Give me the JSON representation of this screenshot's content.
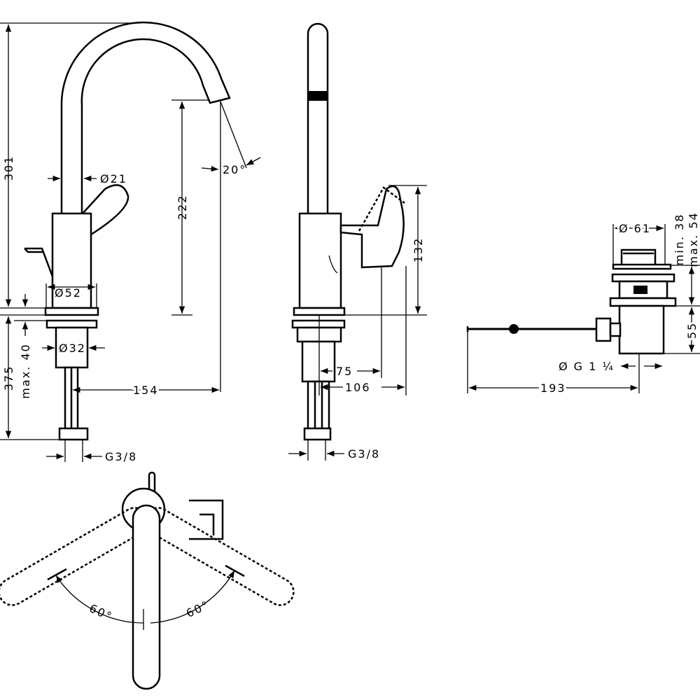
{
  "title": "Faucet and pop-up waste technical drawing",
  "front_view": {
    "height_total": "301",
    "spout_height": "222",
    "spout_diameter": "Ø21",
    "spout_angle": "20°",
    "base_diameter": "Ø52",
    "shank_diameter": "Ø32",
    "below_counter": "375",
    "max_counter": "max. 40",
    "reach": "154",
    "connection": "G3/8"
  },
  "side_view": {
    "lever_height": "132",
    "lever_reach": "75",
    "lever_reach_total": "106",
    "connection": "G3/8"
  },
  "waste": {
    "diameter": "Ø 61",
    "min": "min. 38",
    "max": "max. 54",
    "height": "55",
    "thread": "Ø G 1 ¼",
    "rod_length": "193"
  },
  "top_view": {
    "angle_left": "60°",
    "angle_right": "60°"
  }
}
